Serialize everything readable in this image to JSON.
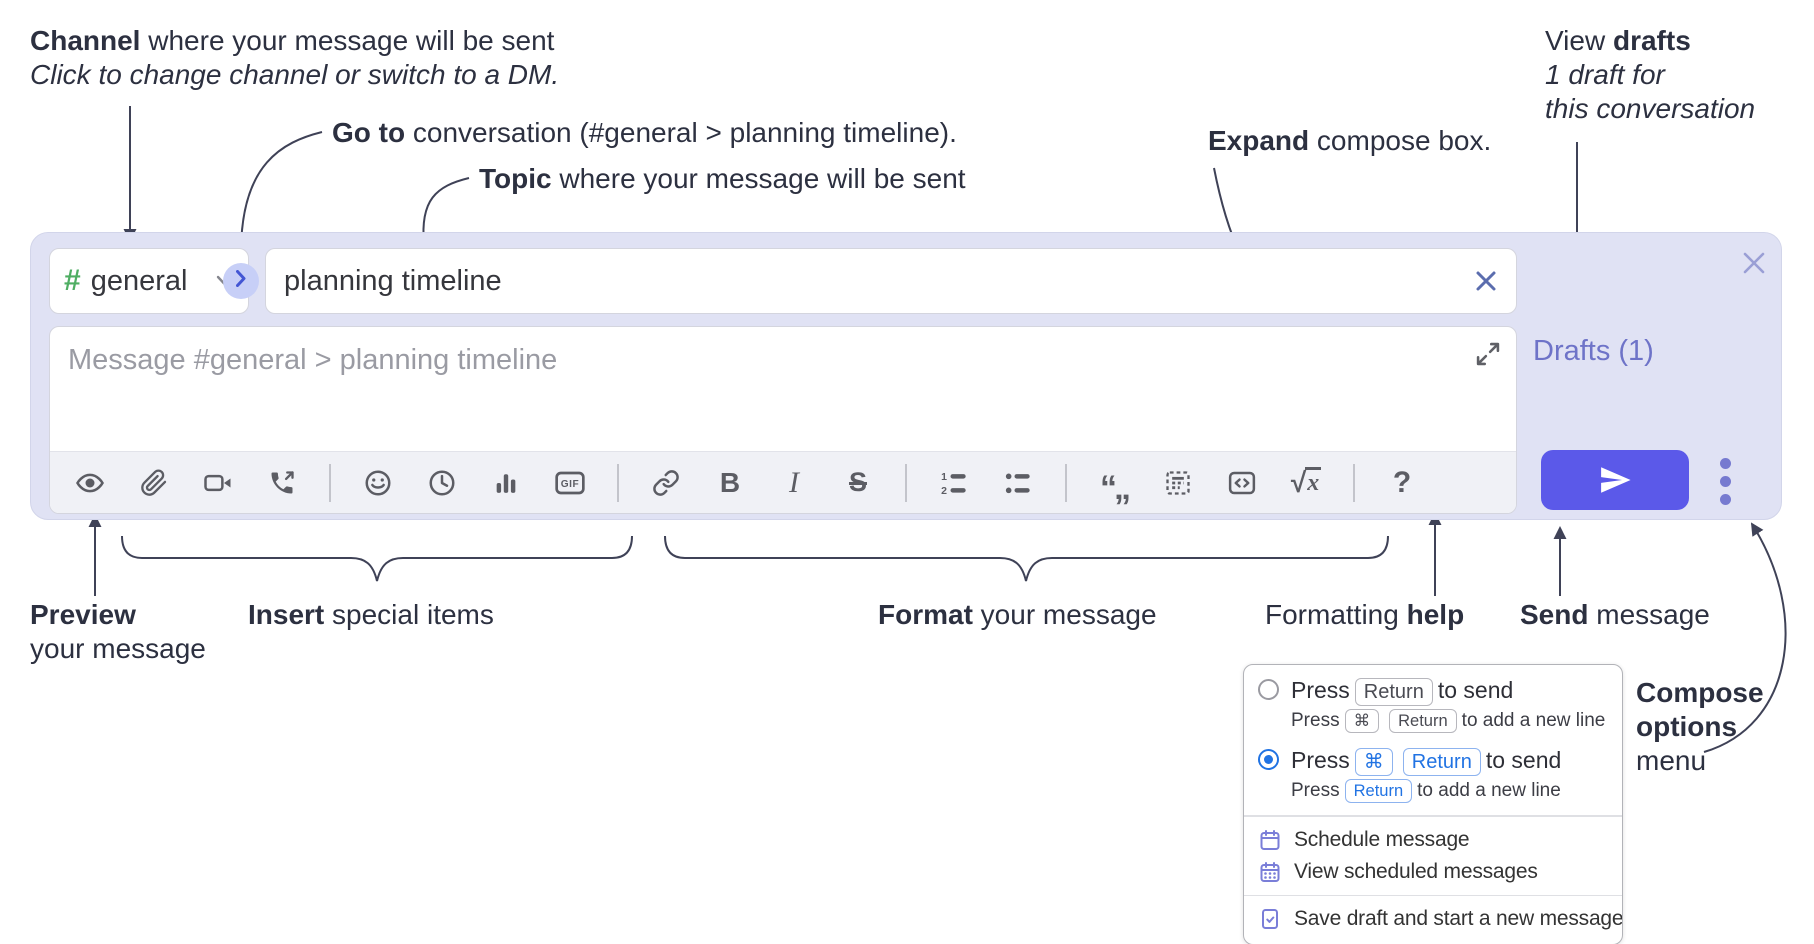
{
  "annotations": {
    "channel_line1_bold": "Channel",
    "channel_line1_rest": " where your message will be sent",
    "channel_line2": "Click to change channel or switch to a DM.",
    "goto_bold": "Go to",
    "goto_rest": " conversation (#general > planning timeline).",
    "topic_bold": "Topic",
    "topic_rest": " where your message will be sent",
    "expand_bold": "Expand",
    "expand_rest": " compose box.",
    "drafts_line1_pre": "View ",
    "drafts_line1_bold": "drafts",
    "drafts_line2": "1 draft for",
    "drafts_line3": "this conversation",
    "preview_bold": "Preview",
    "preview_line2": "your message",
    "insert_bold": "Insert",
    "insert_rest": " special items",
    "format_bold": "Format",
    "format_rest": " your message",
    "help_pre": "Formatting ",
    "help_bold": "help",
    "send_bold": "Send",
    "send_rest": " message",
    "compose_opts_line1": "Compose",
    "compose_opts_line2": "options",
    "compose_opts_line3": "menu"
  },
  "compose": {
    "channel_hash": "#",
    "channel_name": "general",
    "topic_value": "planning timeline",
    "message_placeholder": "Message #general > planning timeline",
    "drafts_link": "Drafts (1)",
    "toolbar_icons": [
      "preview-eye",
      "attach-paperclip",
      "video-call",
      "audio-call",
      "emoji",
      "time",
      "poll",
      "gif",
      "link",
      "bold",
      "italic",
      "strikethrough",
      "numbered-list",
      "bulleted-list",
      "quote",
      "spoiler",
      "code",
      "math",
      "help"
    ],
    "glyphs": {
      "bold": "B",
      "italic": "I",
      "strike": "S",
      "quote": "“„",
      "math_root": "√",
      "math_x": "x",
      "help": "?",
      "gif": "GIF"
    }
  },
  "menu": {
    "press": "Press",
    "key_return": "Return",
    "key_cmd": "⌘",
    "to_send": "to send",
    "to_add_new_line": "to add a new line",
    "schedule": "Schedule message",
    "view_scheduled": "View scheduled messages",
    "save_draft": "Save draft and start a new message"
  },
  "colors": {
    "panel_bg": "#e0e2f4",
    "send_accent": "#5b59e9",
    "link_purple": "#6e73c8",
    "icon_gray": "#5c5d64",
    "hash_green": "#4fae63",
    "radio_blue": "#2173e3",
    "menu_icon_purple": "#7a7ed8",
    "connector": "#3f4257"
  }
}
